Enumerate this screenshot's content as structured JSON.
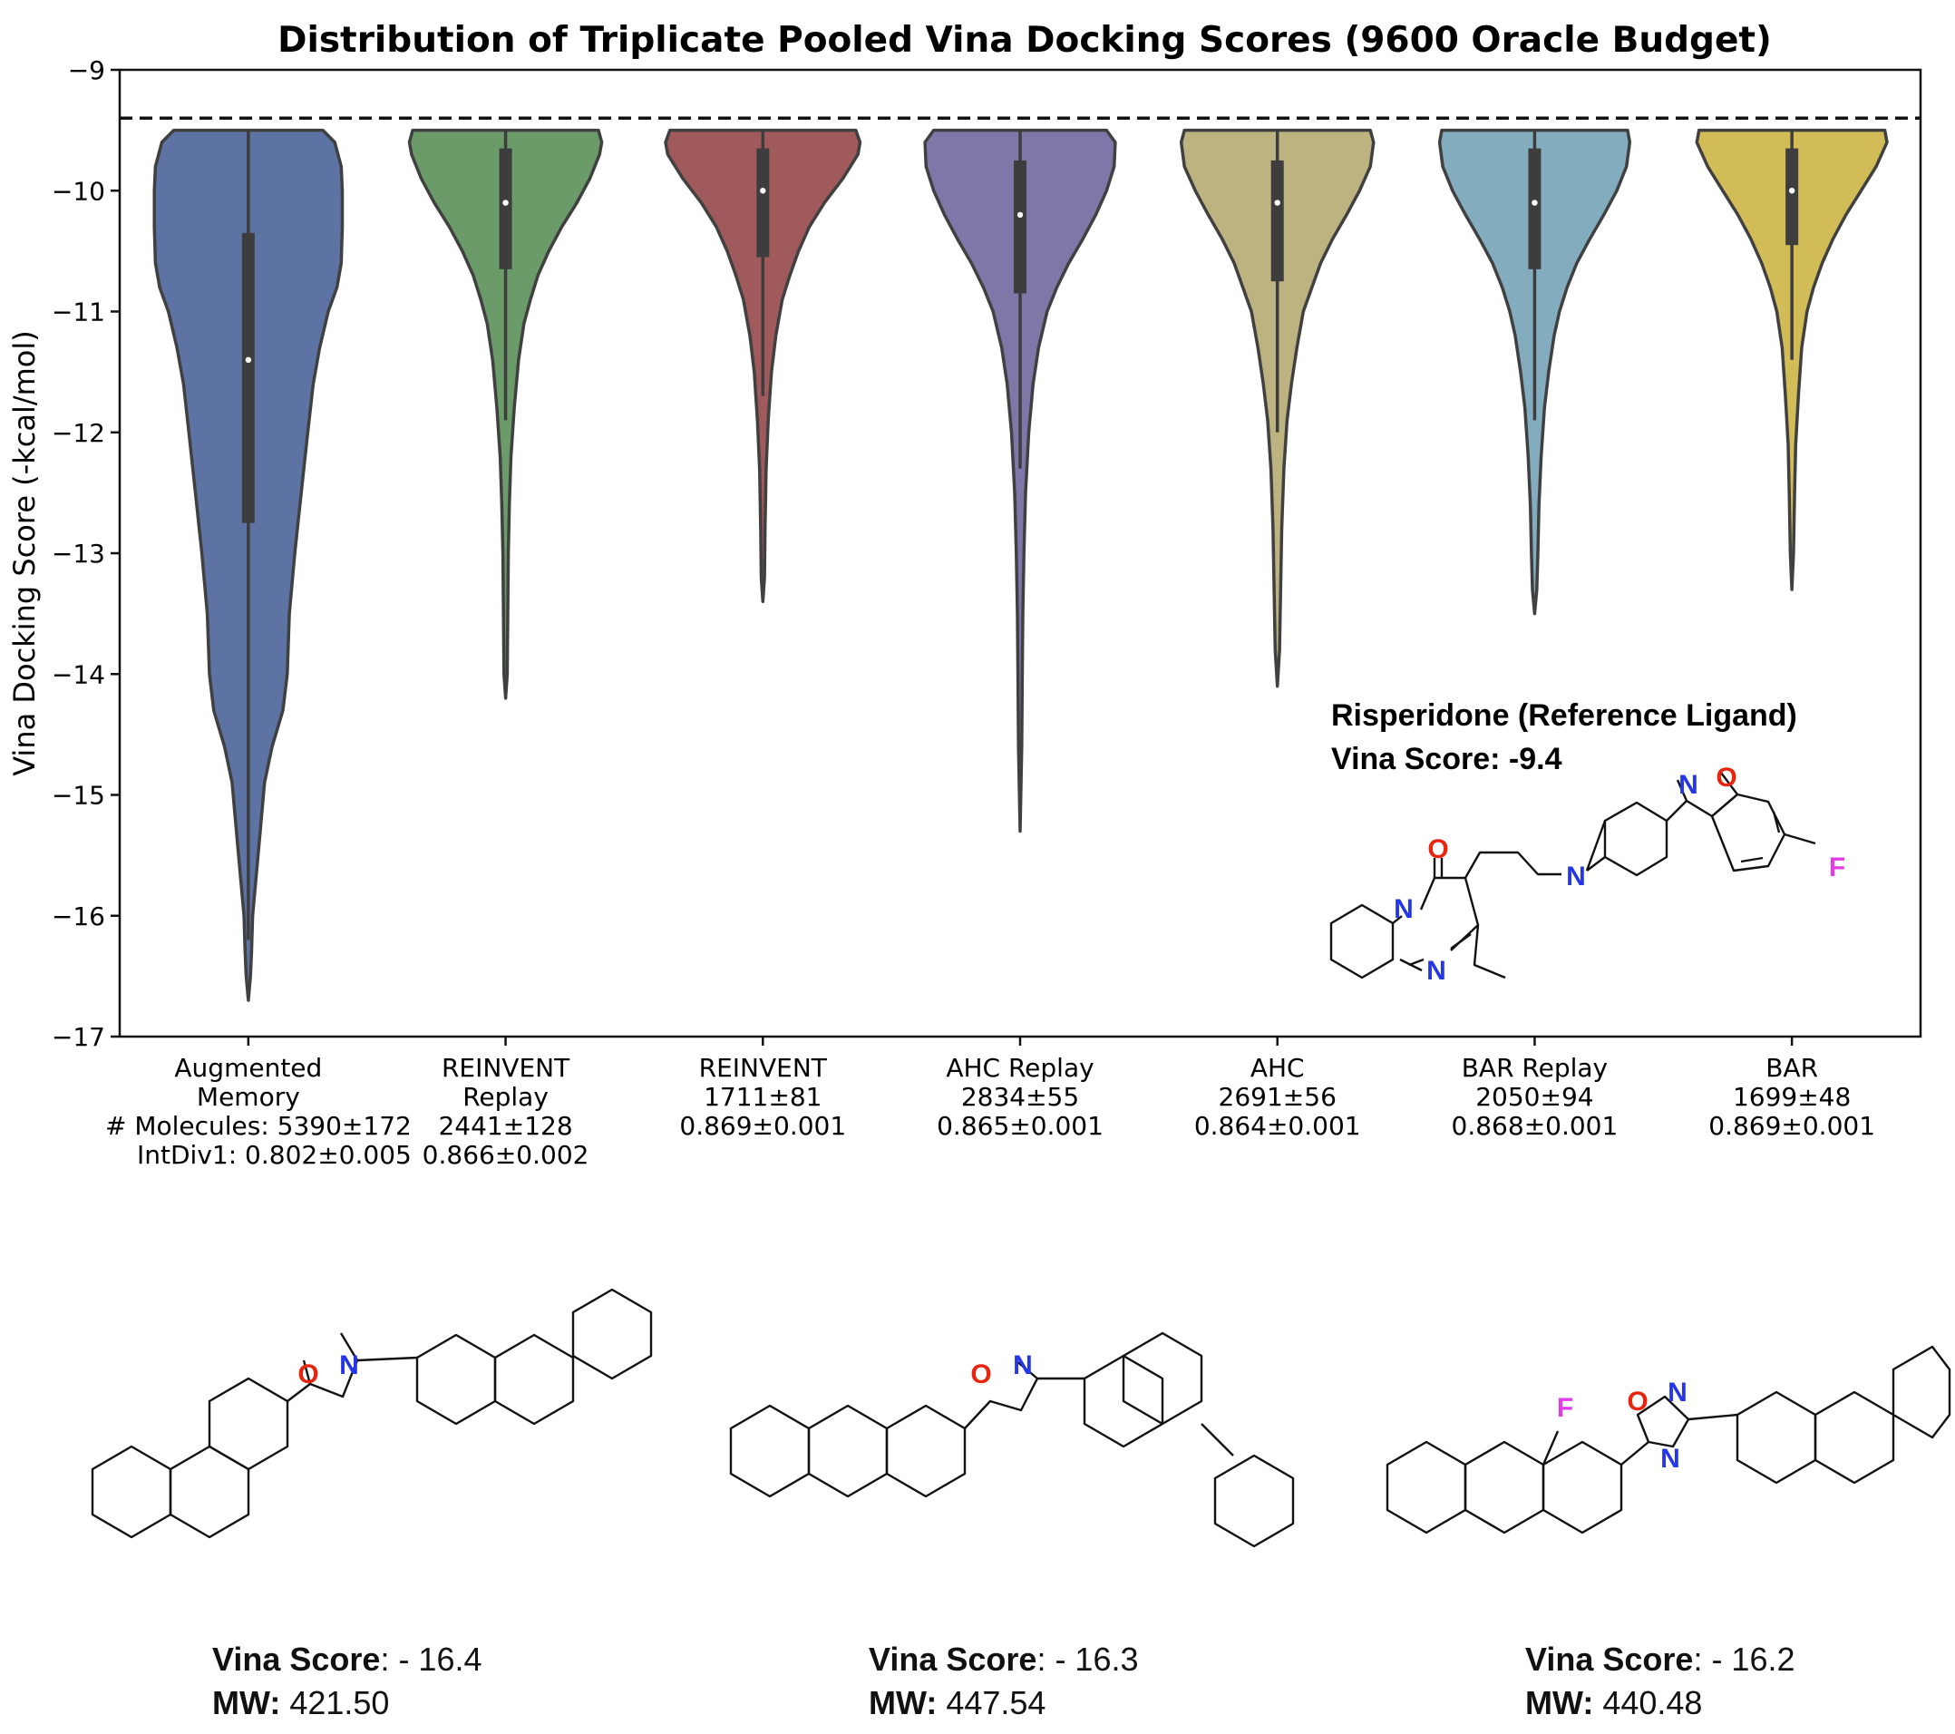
{
  "chart_data": {
    "type": "violin",
    "title": "Distribution of Triplicate Pooled Vina Docking Scores (9600 Oracle Budget)",
    "ylabel": "Vina Docking Score (-kcal/mol)",
    "xlabel": "",
    "ylim": [
      -17,
      -9
    ],
    "yticks": [
      -9,
      -10,
      -11,
      -12,
      -13,
      -14,
      -15,
      -16,
      -17
    ],
    "ytick_labels": [
      "−9",
      "−10",
      "−11",
      "−12",
      "−13",
      "−14",
      "−15",
      "−16",
      "−17"
    ],
    "grid": false,
    "reference_line": {
      "y": -9.4,
      "style": "dashed"
    },
    "row_label_molecules": "# Molecules: ",
    "row_label_intdiv": "IntDiv1: ",
    "series": [
      {
        "label": [
          "Augmented",
          "Memory"
        ],
        "molecules": "5390±172",
        "intdiv": "0.802±0.005",
        "color": "#5d73a3",
        "top": -9.5,
        "bottom": -16.7,
        "q1": -10.35,
        "q3": -12.75,
        "median": -11.4,
        "whisker_low": -16.2,
        "profile": [
          [
            -9.5,
            0.69
          ],
          [
            -9.6,
            0.8
          ],
          [
            -9.8,
            0.86
          ],
          [
            -10.0,
            0.87
          ],
          [
            -10.3,
            0.87
          ],
          [
            -10.6,
            0.86
          ],
          [
            -10.8,
            0.82
          ],
          [
            -11.0,
            0.74
          ],
          [
            -11.3,
            0.66
          ],
          [
            -11.6,
            0.6
          ],
          [
            -12.0,
            0.55
          ],
          [
            -12.5,
            0.49
          ],
          [
            -13.0,
            0.43
          ],
          [
            -13.5,
            0.38
          ],
          [
            -14.0,
            0.36
          ],
          [
            -14.3,
            0.32
          ],
          [
            -14.6,
            0.22
          ],
          [
            -14.9,
            0.15
          ],
          [
            -15.3,
            0.11
          ],
          [
            -15.7,
            0.07
          ],
          [
            -16.0,
            0.04
          ],
          [
            -16.3,
            0.03
          ],
          [
            -16.5,
            0.02
          ],
          [
            -16.7,
            0.0
          ]
        ]
      },
      {
        "label": [
          "REINVENT",
          "Replay"
        ],
        "molecules": "2441±128",
        "intdiv": "0.866±0.002",
        "color": "#6b9b69",
        "top": -9.5,
        "bottom": -14.2,
        "q1": -9.65,
        "q3": -10.65,
        "median": -10.1,
        "whisker_low": -11.9,
        "profile": [
          [
            -9.5,
            0.86
          ],
          [
            -9.6,
            0.89
          ],
          [
            -9.7,
            0.87
          ],
          [
            -9.9,
            0.78
          ],
          [
            -10.1,
            0.66
          ],
          [
            -10.3,
            0.52
          ],
          [
            -10.5,
            0.4
          ],
          [
            -10.7,
            0.3
          ],
          [
            -10.9,
            0.23
          ],
          [
            -11.1,
            0.17
          ],
          [
            -11.4,
            0.12
          ],
          [
            -11.8,
            0.08
          ],
          [
            -12.2,
            0.05
          ],
          [
            -12.6,
            0.035
          ],
          [
            -13.0,
            0.025
          ],
          [
            -13.5,
            0.02
          ],
          [
            -14.0,
            0.015
          ],
          [
            -14.2,
            0.0
          ]
        ]
      },
      {
        "label": [
          "REINVENT"
        ],
        "molecules": "1711±81",
        "intdiv": "0.869±0.001",
        "color": "#a05a5c",
        "top": -9.5,
        "bottom": -13.4,
        "q1": -9.65,
        "q3": -10.55,
        "median": -10.0,
        "whisker_low": -11.7,
        "profile": [
          [
            -9.5,
            0.86
          ],
          [
            -9.6,
            0.9
          ],
          [
            -9.7,
            0.88
          ],
          [
            -9.9,
            0.74
          ],
          [
            -10.1,
            0.57
          ],
          [
            -10.3,
            0.43
          ],
          [
            -10.5,
            0.33
          ],
          [
            -10.7,
            0.25
          ],
          [
            -10.9,
            0.18
          ],
          [
            -11.2,
            0.12
          ],
          [
            -11.5,
            0.08
          ],
          [
            -11.9,
            0.05
          ],
          [
            -12.3,
            0.03
          ],
          [
            -12.8,
            0.02
          ],
          [
            -13.2,
            0.015
          ],
          [
            -13.4,
            0.0
          ]
        ]
      },
      {
        "label": [
          "AHC Replay"
        ],
        "molecules": "2834±55",
        "intdiv": "0.865±0.001",
        "color": "#8077a9",
        "top": -9.5,
        "bottom": -15.3,
        "q1": -9.75,
        "q3": -10.85,
        "median": -10.2,
        "whisker_low": -12.3,
        "profile": [
          [
            -9.5,
            0.8
          ],
          [
            -9.6,
            0.88
          ],
          [
            -9.8,
            0.87
          ],
          [
            -10.0,
            0.8
          ],
          [
            -10.2,
            0.7
          ],
          [
            -10.4,
            0.58
          ],
          [
            -10.6,
            0.45
          ],
          [
            -10.8,
            0.34
          ],
          [
            -11.0,
            0.25
          ],
          [
            -11.3,
            0.17
          ],
          [
            -11.6,
            0.12
          ],
          [
            -12.0,
            0.08
          ],
          [
            -12.5,
            0.05
          ],
          [
            -13.0,
            0.035
          ],
          [
            -13.5,
            0.025
          ],
          [
            -14.0,
            0.02
          ],
          [
            -14.6,
            0.015
          ],
          [
            -15.3,
            0.0
          ]
        ]
      },
      {
        "label": [
          "AHC"
        ],
        "molecules": "2691±56",
        "intdiv": "0.864±0.001",
        "color": "#bcb380",
        "top": -9.5,
        "bottom": -14.1,
        "q1": -9.75,
        "q3": -10.75,
        "median": -10.1,
        "whisker_low": -12.0,
        "profile": [
          [
            -9.5,
            0.86
          ],
          [
            -9.6,
            0.89
          ],
          [
            -9.8,
            0.86
          ],
          [
            -10.0,
            0.76
          ],
          [
            -10.2,
            0.64
          ],
          [
            -10.4,
            0.51
          ],
          [
            -10.6,
            0.4
          ],
          [
            -10.8,
            0.32
          ],
          [
            -11.0,
            0.24
          ],
          [
            -11.3,
            0.18
          ],
          [
            -11.6,
            0.13
          ],
          [
            -11.9,
            0.09
          ],
          [
            -12.3,
            0.06
          ],
          [
            -12.8,
            0.04
          ],
          [
            -13.3,
            0.03
          ],
          [
            -13.8,
            0.02
          ],
          [
            -14.1,
            0.0
          ]
        ]
      },
      {
        "label": [
          "BAR Replay"
        ],
        "molecules": "2050±94",
        "intdiv": "0.868±0.001",
        "color": "#83adbf",
        "top": -9.5,
        "bottom": -13.5,
        "q1": -9.65,
        "q3": -10.65,
        "median": -10.1,
        "whisker_low": -11.9,
        "profile": [
          [
            -9.5,
            0.86
          ],
          [
            -9.6,
            0.88
          ],
          [
            -9.8,
            0.85
          ],
          [
            -10.0,
            0.76
          ],
          [
            -10.2,
            0.64
          ],
          [
            -10.4,
            0.51
          ],
          [
            -10.6,
            0.39
          ],
          [
            -10.8,
            0.3
          ],
          [
            -11.0,
            0.23
          ],
          [
            -11.2,
            0.18
          ],
          [
            -11.5,
            0.13
          ],
          [
            -11.8,
            0.09
          ],
          [
            -12.2,
            0.06
          ],
          [
            -12.6,
            0.04
          ],
          [
            -13.0,
            0.03
          ],
          [
            -13.3,
            0.02
          ],
          [
            -13.5,
            0.0
          ]
        ]
      },
      {
        "label": [
          "BAR"
        ],
        "molecules": "1699±48",
        "intdiv": "0.869±0.001",
        "color": "#d2bc57",
        "top": -9.5,
        "bottom": -13.3,
        "q1": -9.65,
        "q3": -10.45,
        "median": -10.0,
        "whisker_low": -11.4,
        "profile": [
          [
            -9.5,
            0.86
          ],
          [
            -9.6,
            0.88
          ],
          [
            -9.8,
            0.78
          ],
          [
            -10.0,
            0.64
          ],
          [
            -10.2,
            0.5
          ],
          [
            -10.4,
            0.38
          ],
          [
            -10.6,
            0.28
          ],
          [
            -10.8,
            0.2
          ],
          [
            -11.0,
            0.14
          ],
          [
            -11.3,
            0.09
          ],
          [
            -11.7,
            0.06
          ],
          [
            -12.1,
            0.035
          ],
          [
            -12.5,
            0.025
          ],
          [
            -13.0,
            0.015
          ],
          [
            -13.3,
            0.0
          ]
        ]
      }
    ]
  },
  "reference": {
    "name": "Risperidone (Reference Ligand)",
    "score": "Vina Score: -9.4"
  },
  "atoms": {
    "O": "O",
    "N": "N",
    "F": "F"
  },
  "molecules": [
    {
      "score_label": "Vina Score",
      "score_value": ": - 16.4",
      "mw_label": "MW:",
      "mw_value": " 421.50"
    },
    {
      "score_label": "Vina Score",
      "score_value": ": - 16.3",
      "mw_label": "MW:",
      "mw_value": " 447.54"
    },
    {
      "score_label": "Vina Score",
      "score_value": ": - 16.2",
      "mw_label": "MW:",
      "mw_value": " 440.48"
    }
  ],
  "colors": {
    "oxygen": "#e8250f",
    "nitrogen": "#2535e8",
    "fluorine": "#e33ce6"
  }
}
